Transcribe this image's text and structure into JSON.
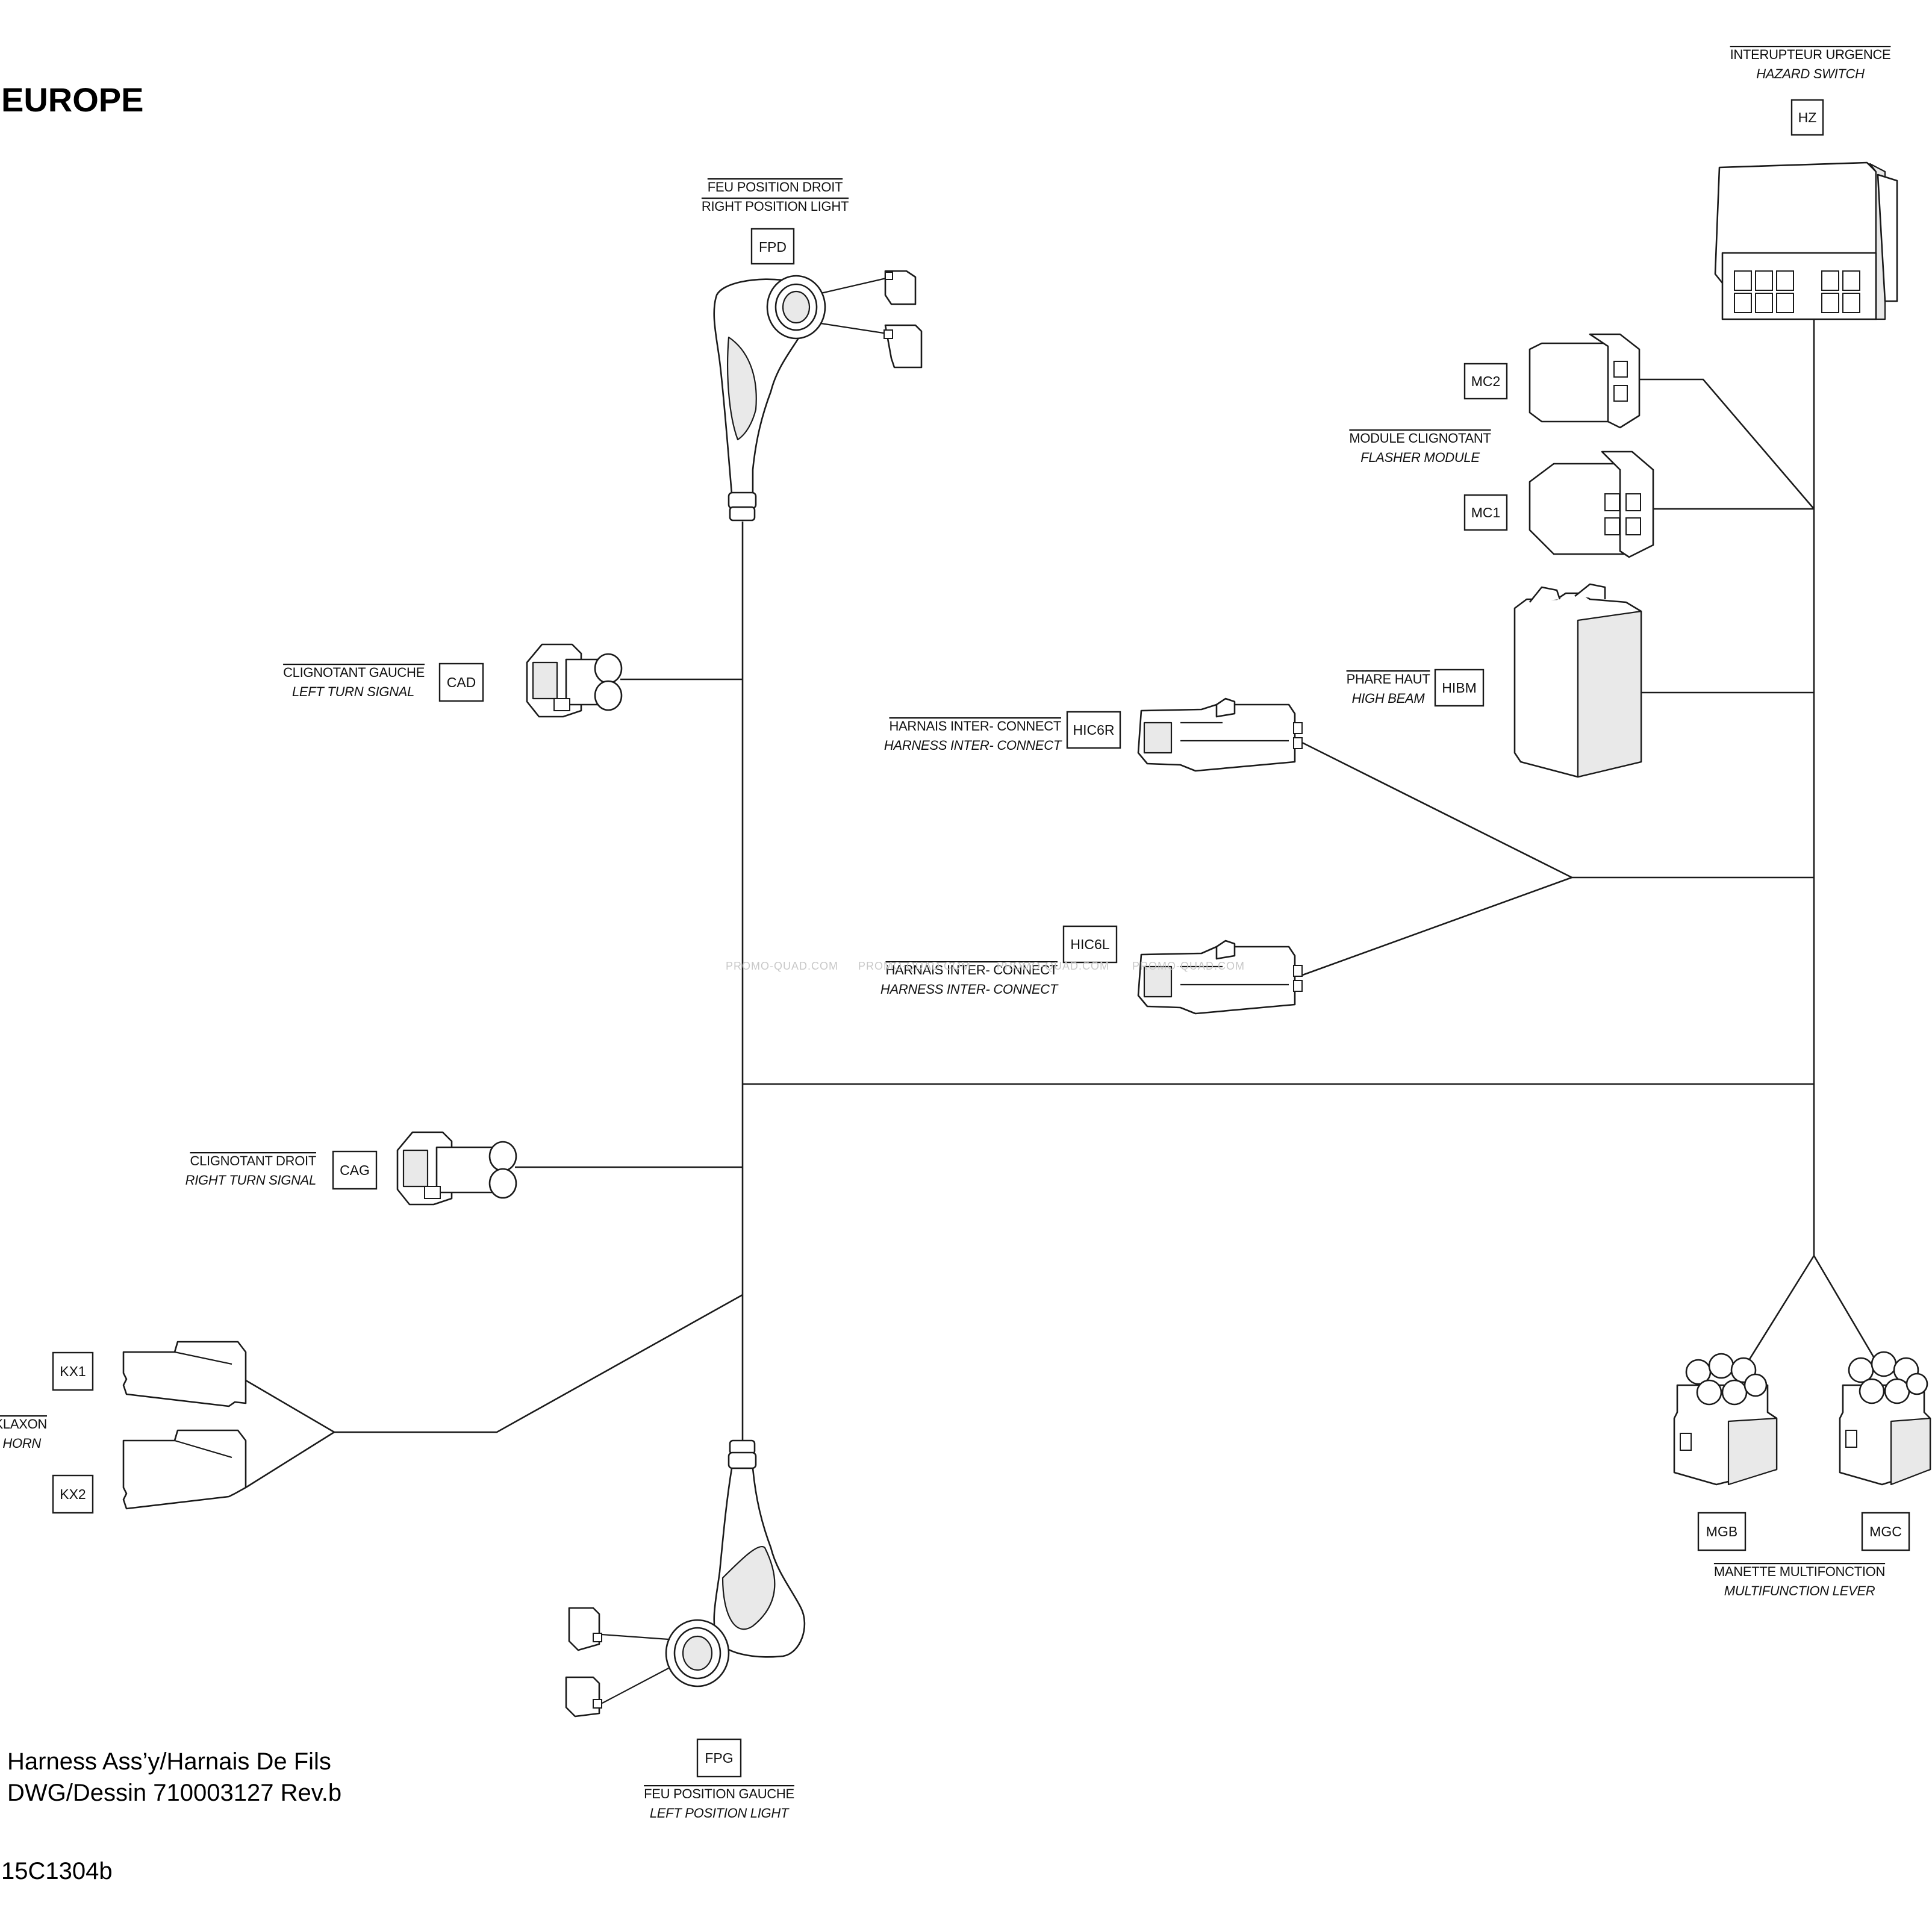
{
  "region_title": "EUROPE",
  "drawing": {
    "caption_line1": "Harness Ass’y/Harnais De Fils",
    "caption_line2": "DWG/Dessin 710003127 Rev.b",
    "reference": "15C1304b"
  },
  "watermark": "PROMO-QUAD.COM",
  "components": {
    "hazard_switch": {
      "code": "HZ",
      "label_fr": "INTERUPTEUR URGENCE",
      "label_en": "HAZARD SWITCH"
    },
    "flasher_module": {
      "label_fr": "MODULE CLIGNOTANT",
      "label_en": "FLASHER MODULE",
      "codes": [
        "MC2",
        "MC1"
      ]
    },
    "high_beam": {
      "code": "HIBM",
      "label_fr": "PHARE HAUT",
      "label_en": "HIGH BEAM"
    },
    "harness_r": {
      "code": "HIC6R",
      "label_fr": "HARNAIS INTER-  CONNECT",
      "label_en": "HARNESS INTER-  CONNECT"
    },
    "harness_l": {
      "code": "HIC6L",
      "label_fr": "HARNAIS INTER-  CONNECT",
      "label_en": "HARNESS INTER-  CONNECT"
    },
    "right_position_light": {
      "code": "FPD",
      "label_fr": "FEU POSITION DROIT",
      "label_en": "RIGHT POSITION LIGHT"
    },
    "left_turn_signal": {
      "code": "CAD",
      "label_fr": "CLIGNOTANT GAUCHE",
      "label_en": "LEFT TURN SIGNAL"
    },
    "right_turn_signal": {
      "code": "CAG",
      "label_fr": "CLIGNOTANT DROIT",
      "label_en": "RIGHT TURN SIGNAL"
    },
    "horn": {
      "label_fr": "KLAXON",
      "label_en": "HORN",
      "codes": [
        "KX1",
        "KX2"
      ]
    },
    "left_position_light": {
      "code": "FPG",
      "label_fr": "FEU POSITION GAUCHE",
      "label_en": "LEFT POSITION LIGHT"
    },
    "multifunction_lever": {
      "label_fr": "MANETTE MULTIFONCTION",
      "label_en": "MULTIFUNCTION LEVER",
      "codes": [
        "MGB",
        "MGC"
      ]
    }
  }
}
